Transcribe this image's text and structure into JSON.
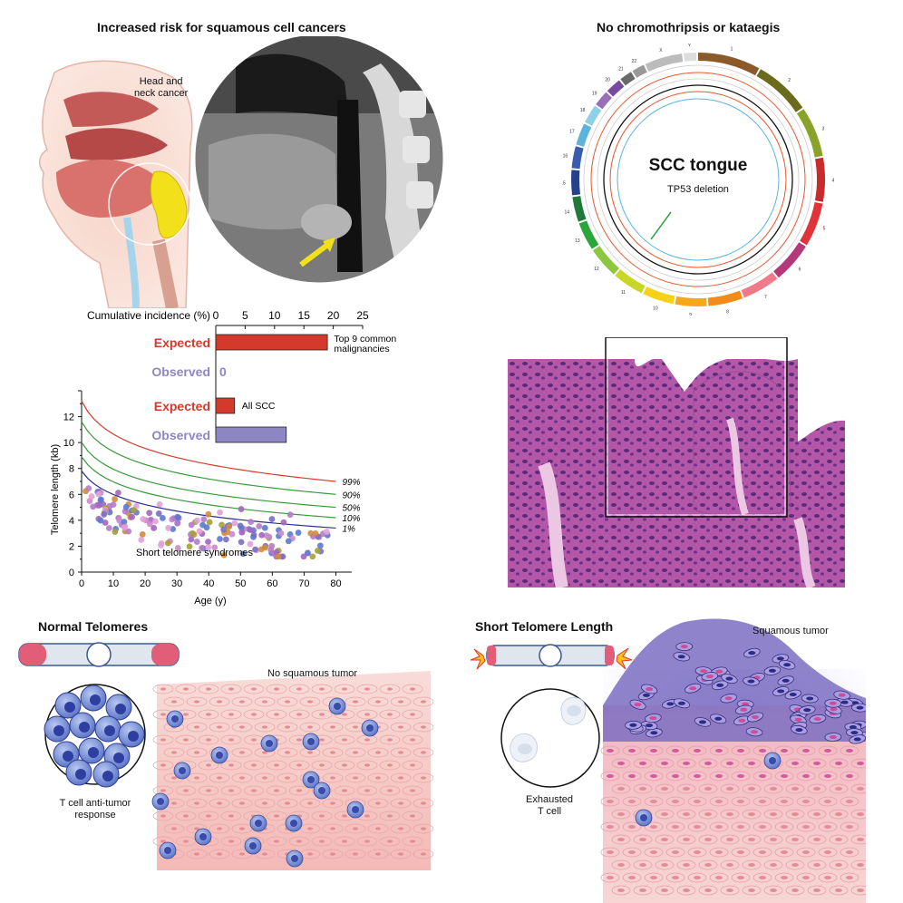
{
  "top_left": {
    "title": "Increased risk for squamous cell cancers",
    "head_neck_label_1": "Head and",
    "head_neck_label_2": "neck cancer"
  },
  "top_right": {
    "title": "No chromothripsis or kataegis",
    "circos_title": "SCC tongue",
    "circos_subtitle": "TP53 deletion",
    "chromosome_labels": [
      "1",
      "2",
      "3",
      "4",
      "5",
      "6",
      "7",
      "8",
      "9",
      "10",
      "11",
      "12",
      "13",
      "14",
      "15",
      "16",
      "17",
      "18",
      "19",
      "20",
      "21",
      "22",
      "X",
      "Y"
    ]
  },
  "chart_data": [
    {
      "type": "bar",
      "xlabel": "Cumulative incidence (%)",
      "xlim": [
        0,
        25
      ],
      "xticks": [
        "0",
        "5",
        "10",
        "15",
        "20",
        "25"
      ],
      "groups": [
        {
          "label": "Top 9 common malignancies",
          "label_line1": "Top 9 common",
          "label_line2": "malignancies",
          "bars": [
            {
              "name": "Expected",
              "value": 19,
              "color": "#d33a2c"
            },
            {
              "name": "Observed",
              "value": 0,
              "color": "#8e86c2",
              "value_label": "0"
            }
          ]
        },
        {
          "label": "All SCC",
          "bars": [
            {
              "name": "Expected",
              "value": 3.2,
              "color": "#d33a2c"
            },
            {
              "name": "Observed",
              "value": 12,
              "color": "#8e86c2"
            }
          ]
        }
      ]
    },
    {
      "type": "scatter",
      "xlabel": "Age (y)",
      "ylabel": "Telomere length (kb)",
      "xlim": [
        0,
        85
      ],
      "ylim": [
        0,
        14
      ],
      "xticks": [
        "0",
        "10",
        "20",
        "30",
        "40",
        "50",
        "60",
        "70",
        "80"
      ],
      "yticks": [
        "0",
        "2",
        "4",
        "6",
        "8",
        "10",
        "12"
      ],
      "percentile_lines": [
        {
          "name": "99%",
          "color": "#d33a2c",
          "y0": 13.2,
          "y80": 7.0
        },
        {
          "name": "90%",
          "color": "#3a9a3a",
          "y0": 11.6,
          "y80": 6.0
        },
        {
          "name": "50%",
          "color": "#3a9a3a",
          "y0": 10.0,
          "y80": 5.0
        },
        {
          "name": "10%",
          "color": "#3a9a3a",
          "y0": 8.9,
          "y80": 4.2
        },
        {
          "name": "1%",
          "color": "#2c2f8c",
          "y0": 7.8,
          "y80": 3.4
        }
      ],
      "annotation": "Short telomere syndromes"
    }
  ],
  "bottom_left": {
    "title": "Normal Telomeres",
    "tissue_label": "No squamous tumor",
    "tcell_label_1": "T cell anti-tumor",
    "tcell_label_2": "response"
  },
  "bottom_right": {
    "title": "Short Telomere Length",
    "tumor_label": "Squamous tumor",
    "tcell_label_1": "Exhausted",
    "tcell_label_2": "T cell"
  },
  "colors": {
    "expected": "#d33a2c",
    "observed": "#8e86c2",
    "tumor_purple": "#6a5fb0",
    "tissue_pink": "#f4c7c5"
  }
}
